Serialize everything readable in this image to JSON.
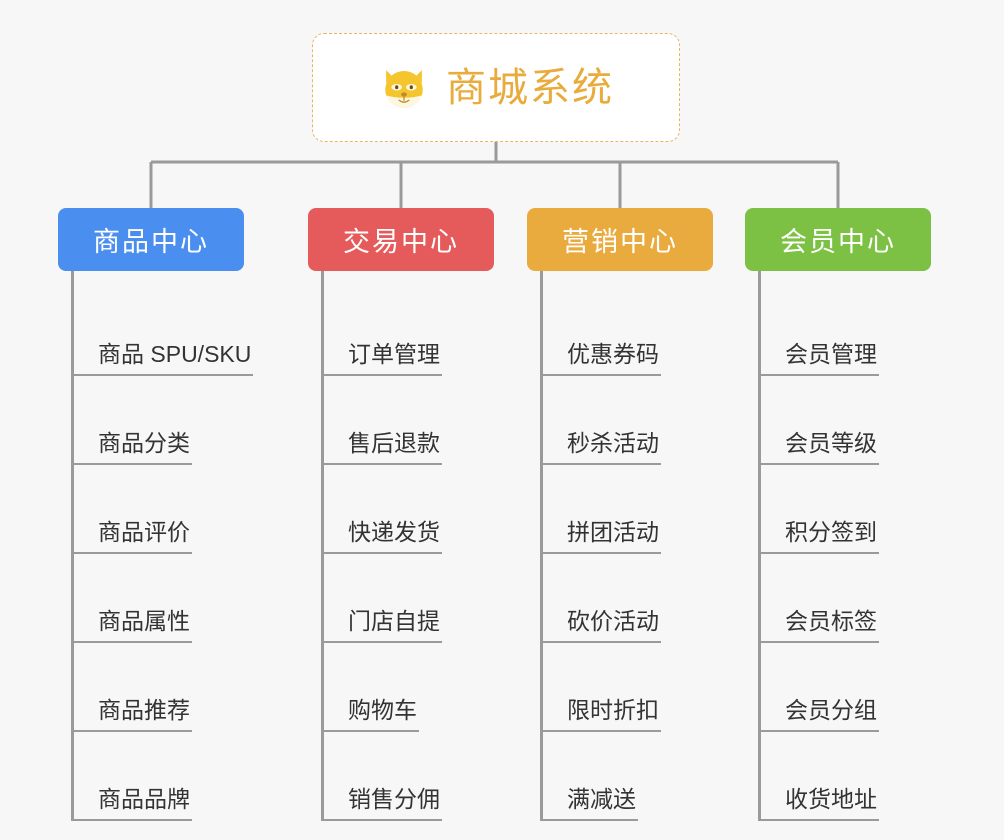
{
  "background_color": "#f7f7f7",
  "root": {
    "title": "商城系统",
    "logo_icon": "shiba-dog-face-icon",
    "title_color": "#e8ab3c",
    "border_color": "#e8b663",
    "background_color": "#ffffff"
  },
  "connector": {
    "color": "#9a9a9a"
  },
  "branches": [
    {
      "label": "商品中心",
      "color": "#4a8ef0",
      "items": [
        {
          "label": "商品 SPU/SKU"
        },
        {
          "label": "商品分类"
        },
        {
          "label": "商品评价"
        },
        {
          "label": "商品属性"
        },
        {
          "label": "商品推荐"
        },
        {
          "label": "商品品牌"
        }
      ]
    },
    {
      "label": "交易中心",
      "color": "#e55b5b",
      "items": [
        {
          "label": "订单管理"
        },
        {
          "label": "售后退款"
        },
        {
          "label": "快递发货"
        },
        {
          "label": "门店自提"
        },
        {
          "label": "购物车"
        },
        {
          "label": "销售分佣"
        }
      ]
    },
    {
      "label": "营销中心",
      "color": "#eaab3e",
      "items": [
        {
          "label": "优惠券码"
        },
        {
          "label": "秒杀活动"
        },
        {
          "label": "拼团活动"
        },
        {
          "label": "砍价活动"
        },
        {
          "label": "限时折扣"
        },
        {
          "label": "满减送"
        }
      ]
    },
    {
      "label": "会员中心",
      "color": "#7cc143",
      "items": [
        {
          "label": "会员管理"
        },
        {
          "label": "会员等级"
        },
        {
          "label": "积分签到"
        },
        {
          "label": "会员标签"
        },
        {
          "label": "会员分组"
        },
        {
          "label": "收货地址"
        }
      ]
    }
  ]
}
